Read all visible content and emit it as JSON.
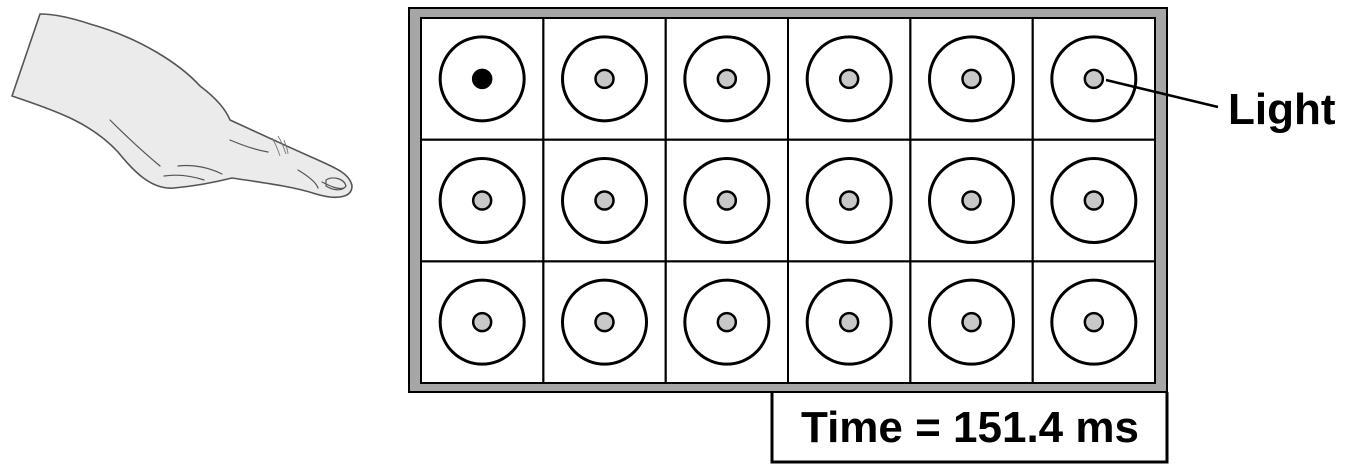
{
  "callout": {
    "label": "Light"
  },
  "timer": {
    "text": "Time = 151.4 ms"
  },
  "grid": {
    "rows": 3,
    "cols": 6,
    "lit_buttons": [
      [
        0,
        0
      ]
    ]
  },
  "colors": {
    "frame": "#a6a6a6",
    "outline": "#000000",
    "light_off": "#c8c8c8",
    "light_on": "#000000",
    "hand_fill": "#ebebeb",
    "hand_stroke": "#555555"
  }
}
